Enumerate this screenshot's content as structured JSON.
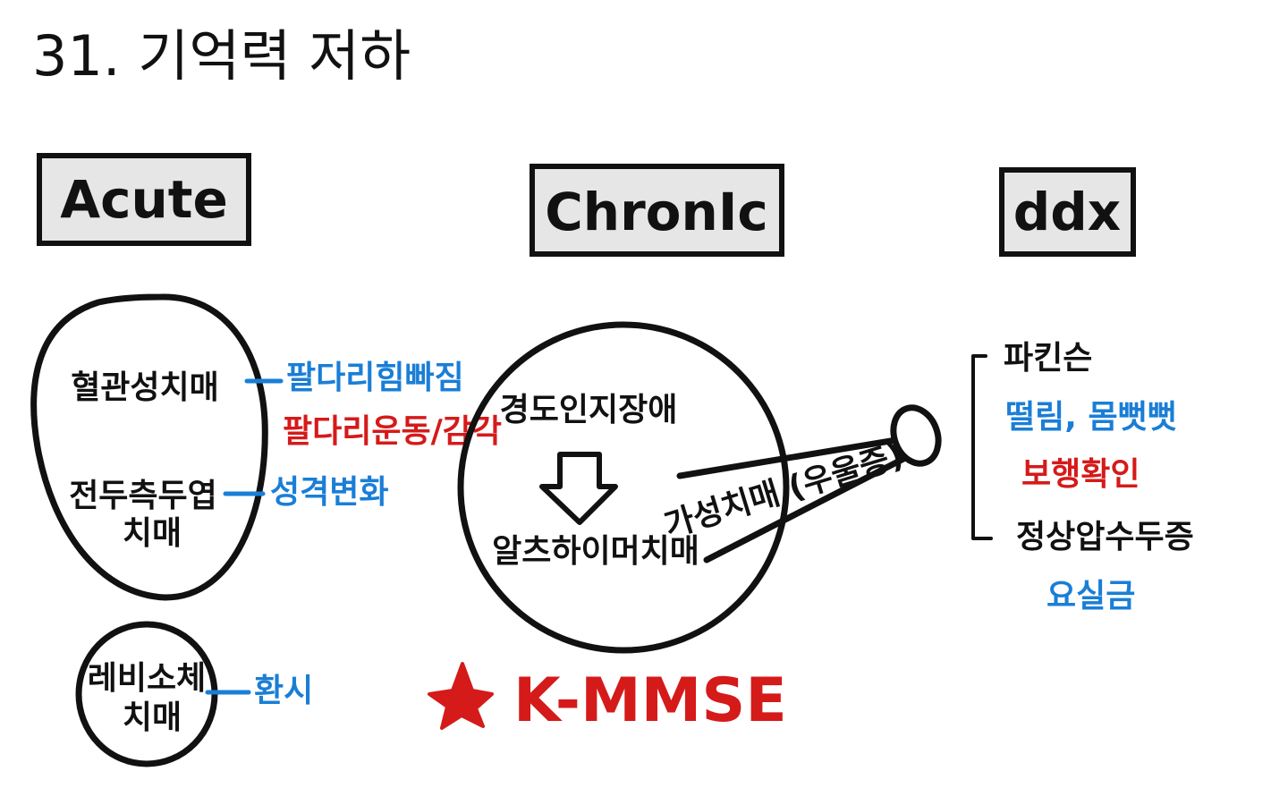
{
  "title": "31. 기억력 저하",
  "colors": {
    "ink": "#111111",
    "blue": "#1a7ed6",
    "red": "#d51a1a",
    "box_fill": "#e6e6e6"
  },
  "sections": {
    "acute": {
      "header": "Acute",
      "vascular": {
        "label": "혈관성치매",
        "note_blue": "팔다리힘빠짐",
        "note_red": "팔다리운동/감각"
      },
      "frontotemporal": {
        "label_line1": "전두측두엽",
        "label_line2": "치매",
        "note_blue": "성격변화"
      },
      "lewy": {
        "label_line1": "레비소체",
        "label_line2": "치매",
        "note_blue": "환시"
      }
    },
    "chronic": {
      "header": "ChronIc",
      "mci": "경도인지장애",
      "alzheimer": "알츠하이머치매",
      "pseudo": "가성치매 (우울증)",
      "highlight": "K-MMSE",
      "highlight_icon": "star-icon"
    },
    "ddx": {
      "header": "ddx",
      "parkinson": {
        "label": "파킨슨",
        "note_blue": "떨림, 몸뻣뻣",
        "note_red": "보행확인"
      },
      "nph": {
        "label": "정상압수두증",
        "note_blue": "요실금"
      }
    }
  }
}
